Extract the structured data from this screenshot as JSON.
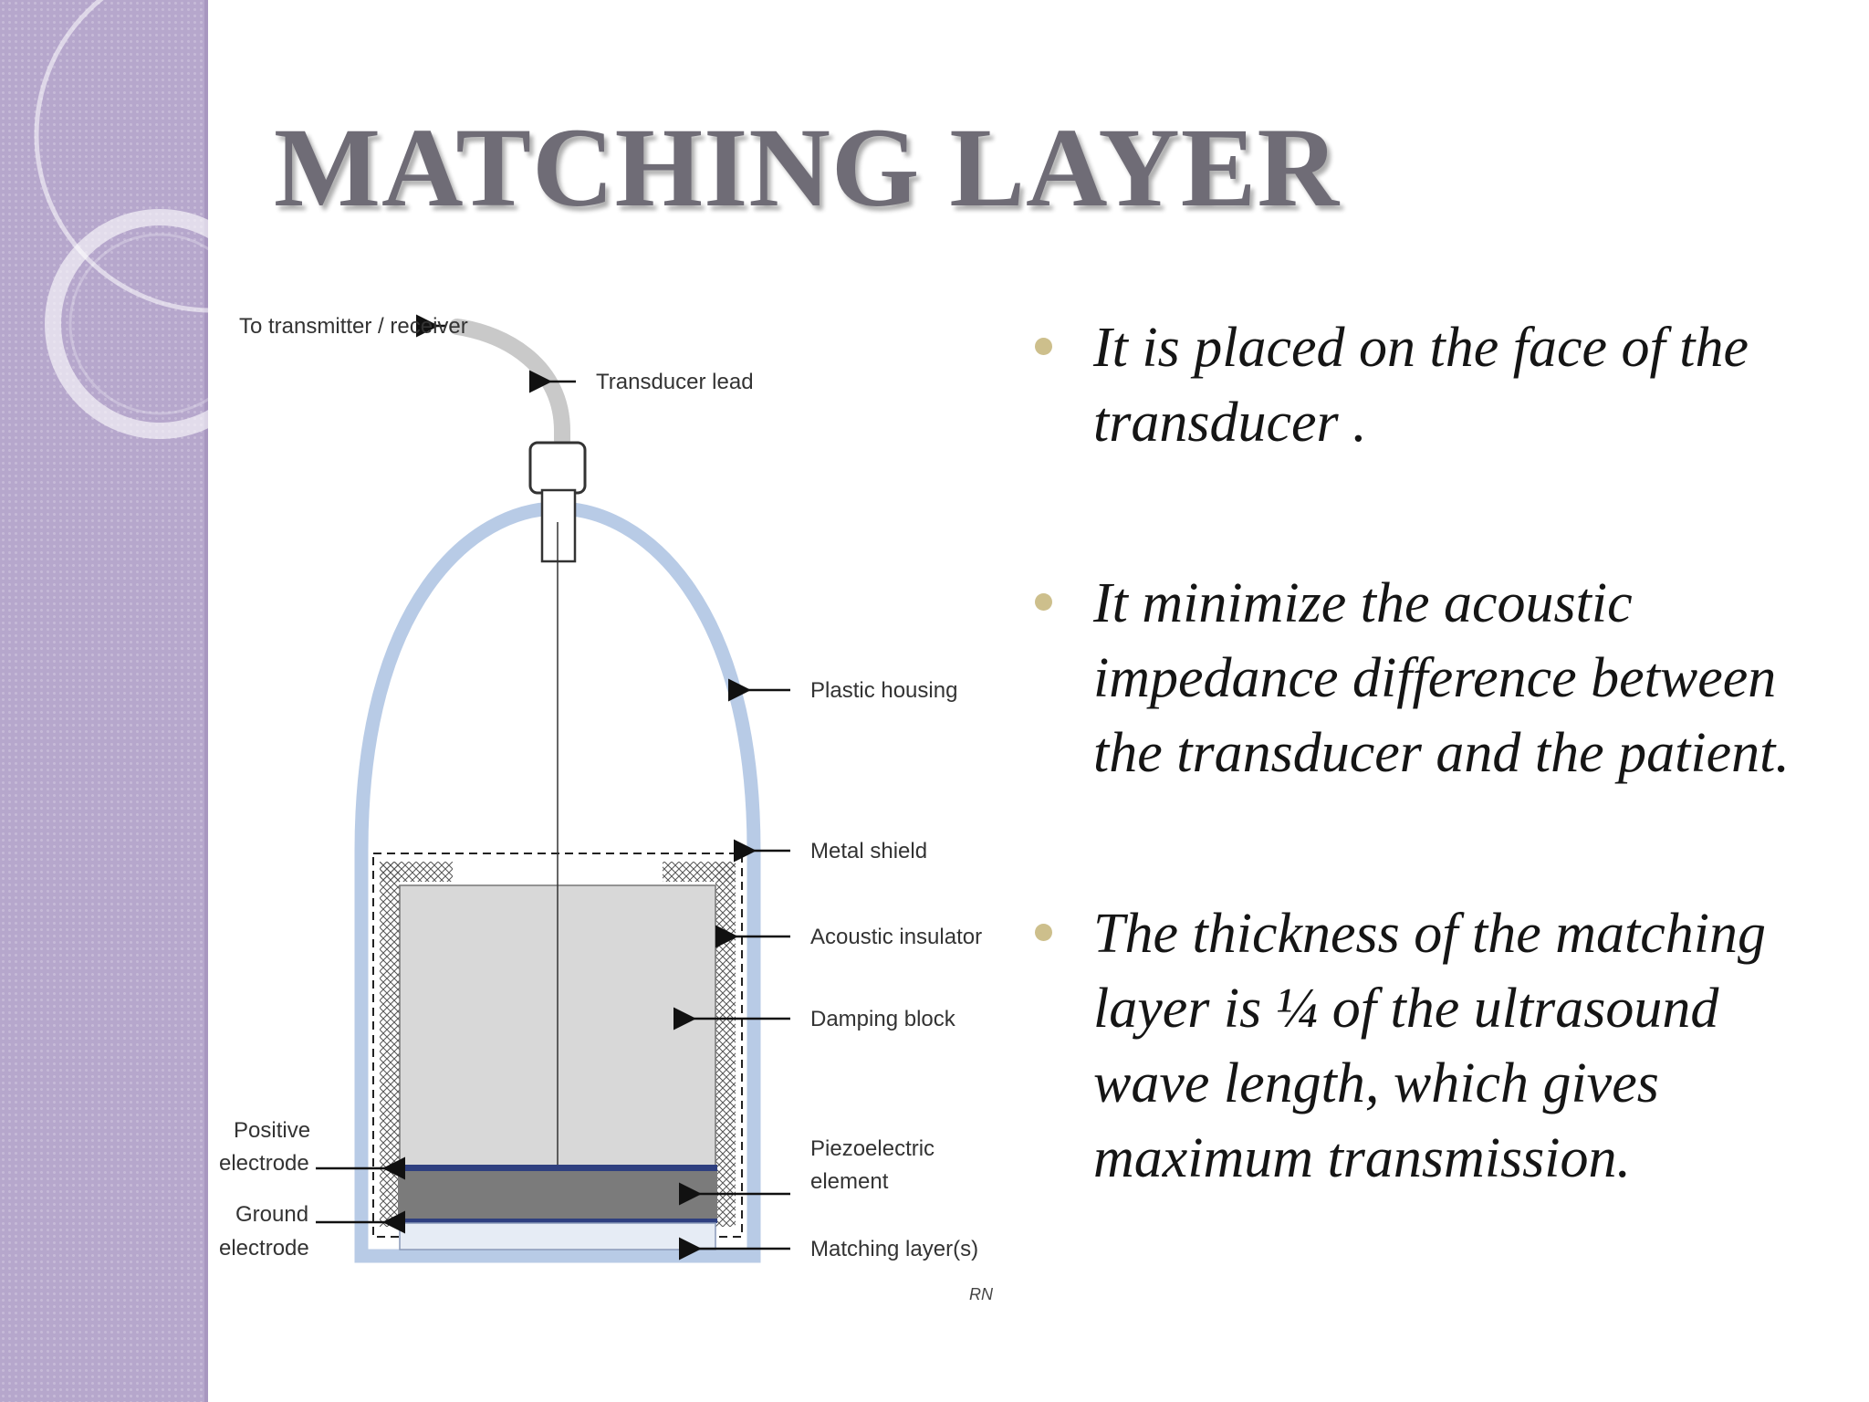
{
  "slide": {
    "title": "MATCHING LAYER",
    "colors": {
      "side_strip": "#b6a7cc",
      "title": "#6f6c76",
      "bullet": "#cdbf8c",
      "housing": "#b8cbe6"
    }
  },
  "diagram": {
    "labels": {
      "to_transmitter": "To transmitter / receiver",
      "transducer_lead": "Transducer lead",
      "plastic_housing": "Plastic housing",
      "metal_shield": "Metal shield",
      "acoustic_insulator": "Acoustic insulator",
      "damping_block": "Damping block",
      "piezo_line1": "Piezoelectric",
      "piezo_line2": "element",
      "matching_layers": "Matching layer(s)",
      "positive_line1": "Positive",
      "positive_line2": "electrode",
      "ground_line1": "Ground",
      "ground_line2": "electrode",
      "credit": "RN"
    }
  },
  "bullets": [
    {
      "text": "It is placed on the face of the\ntransducer ."
    },
    {
      "text": "It minimize the acoustic\nimpedance difference between\nthe transducer and the patient."
    },
    {
      "text": "The thickness of the matching\nlayer is ¼ of the ultrasound\nwave length, which gives\nmaximum transmission."
    }
  ]
}
